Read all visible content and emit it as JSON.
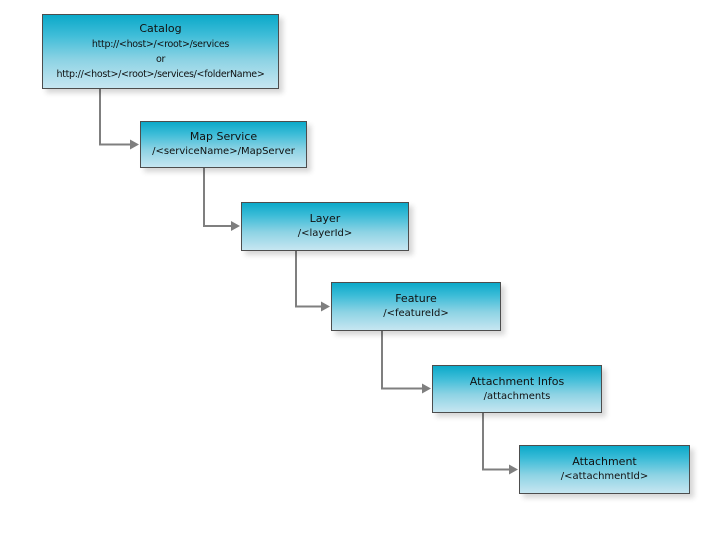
{
  "nodes": [
    {
      "id": "catalog",
      "title": "Catalog",
      "lines": [
        "http://<host>/<root>/services",
        "or",
        "http://<host>/<root>/services/<folderName>"
      ]
    },
    {
      "id": "map-service",
      "title": "Map Service",
      "subtitle": "/<serviceName>/MapServer"
    },
    {
      "id": "layer",
      "title": "Layer",
      "subtitle": "/<layerId>"
    },
    {
      "id": "feature",
      "title": "Feature",
      "subtitle": "/<featureId>"
    },
    {
      "id": "attachment-infos",
      "title": "Attachment Infos",
      "subtitle": "/attachments"
    },
    {
      "id": "attachment",
      "title": "Attachment",
      "subtitle": "/<attachmentId>"
    }
  ],
  "edges": [
    {
      "from": "catalog",
      "to": "map-service"
    },
    {
      "from": "map-service",
      "to": "layer"
    },
    {
      "from": "layer",
      "to": "feature"
    },
    {
      "from": "feature",
      "to": "attachment-infos"
    },
    {
      "from": "attachment-infos",
      "to": "attachment"
    }
  ],
  "colors": {
    "box_gradient_top": "#0ba9c9",
    "box_gradient_bottom": "#c6e6f1",
    "box_border": "#4d4d4d",
    "connector": "#7f7f7f",
    "text": "#111111",
    "background": "#ffffff"
  }
}
